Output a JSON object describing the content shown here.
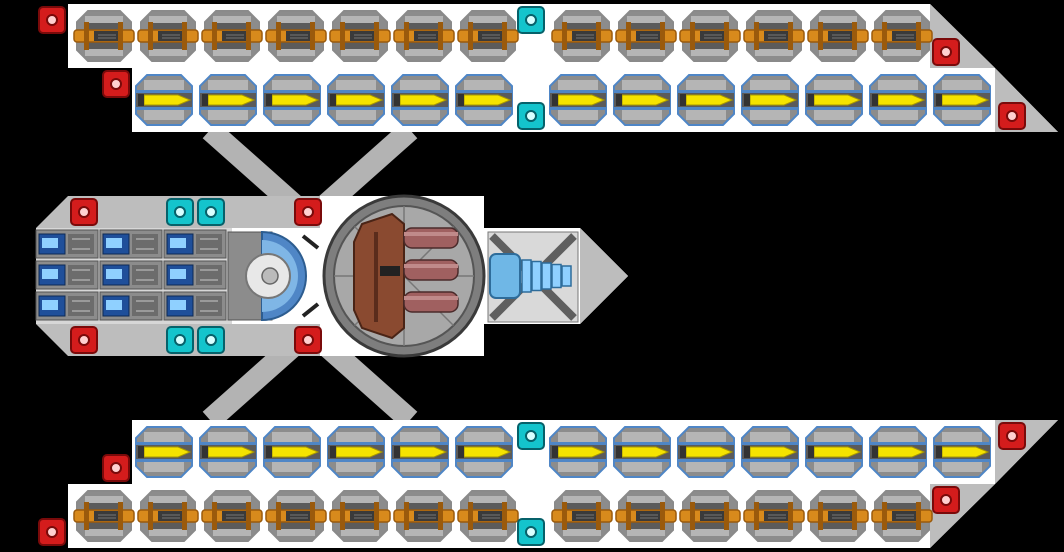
{
  "scene": {
    "title": "Ship blueprint",
    "palette": {
      "background": "#000000",
      "hull_white": "#ffffff",
      "hull_gray": "#bdbdbd",
      "strut_gray": "#b3b3b3",
      "edge_gray": "#8a8a8a",
      "plate_dark": "#5b5b5b",
      "plate_mid": "#8c8c8c",
      "plate_light": "#b5b5b5",
      "orange": "#d88a1c",
      "orange_dark": "#9a5a0c",
      "yellow": "#f5e300",
      "yellow_dark": "#a89800",
      "blue_trim": "#4f86c6",
      "blue_light": "#8fd0ff",
      "red_port": "#d41c1c",
      "red_dark": "#7a0a0a",
      "cyan_port": "#14c4cc",
      "cyan_dark": "#06616a",
      "copper": "#8a4a30",
      "pipe": "#a06060"
    },
    "rows": [
      {
        "name": "top-outer-row",
        "module": "orange-cannon",
        "count": 13
      },
      {
        "name": "top-inner-row",
        "module": "yellow-missile",
        "count": 13
      },
      {
        "name": "bottom-inner-row",
        "module": "yellow-missile",
        "count": 13
      },
      {
        "name": "bottom-outer-row",
        "module": "orange-cannon",
        "count": 13
      }
    ],
    "center": {
      "battery_cells": 9,
      "modules": [
        "battery-bank",
        "shield-core",
        "reactor-core",
        "engine-thruster"
      ]
    }
  }
}
